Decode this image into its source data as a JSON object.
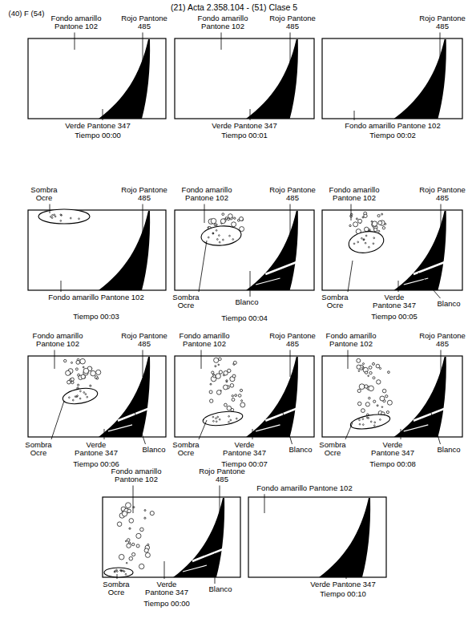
{
  "diagram": {
    "title": "(21) Acta 2.358.104 - (51) Clase 5",
    "labels": [
      "(40) F (54)",
      "Fondo amarillo Pantone 102",
      "Rojo Pantone 485",
      "Verde Pantone 347",
      "Tiempo 00:00",
      "Fondo amarillo Pantone 102",
      "Rojo Pantone 485",
      "Verde Pantone 347",
      "Tiempo 00:01",
      "Rojo Pantone 485",
      "Fondo amarillo Pantone 102",
      "Tiempo 00:02",
      "Sombra Ocre",
      "Rojo Pantone 485",
      "Fondo amarillo Pantone 102",
      "Tiempo 00:03",
      "Fondo amarillo Pantone 102",
      "Rojo Pantone 485",
      "Sombra Ocre",
      "Blanco",
      "Tiempo 00:04",
      "Fondo amarillo Pantone 102",
      "Rojo Pantone 485",
      "Sombra Ocre",
      "Verde Pantone 347",
      "Tiempo 00:05",
      "Blanco",
      "Fondo amarillo Pantone 102",
      "Rojo Pantone 485",
      "Sombra Ocre",
      "Verde Pantone 347",
      "Tiempo 00:06",
      "Blanco",
      "Fondo amarillo Pantone 102",
      "Rojo Pantone 485",
      "Sombra Ocre",
      "Verde Pantone 347",
      "Tiempo 00:07",
      "Blanco",
      "Fondo amarillo Pantone 102",
      "Rojo Pantone 485",
      "Sombra Ocre",
      "Verde Pantone 347",
      "Tiempo 00:08",
      "Blanco",
      "Fondo amarillo Pantone 102",
      "Rojo Pantone 485",
      "Sombra Ocre",
      "Verde Pantone 347",
      "Tiempo 00:00",
      "Blanco",
      "Fondo amarillo Pantone 102",
      "Verde Pantone 347",
      "Tiempo 00:10"
    ]
  }
}
